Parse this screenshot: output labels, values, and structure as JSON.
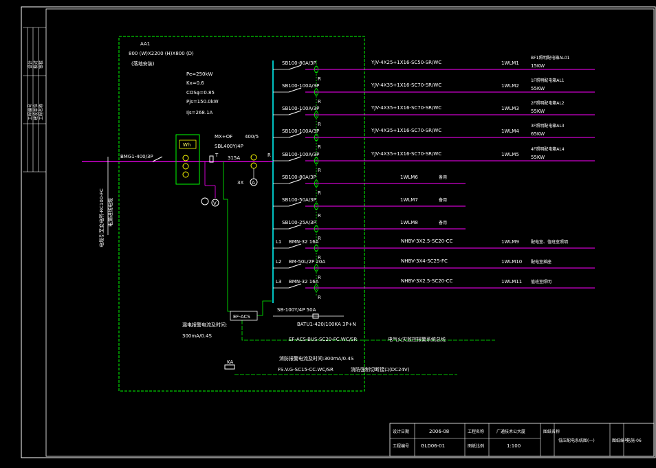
{
  "panel": {
    "name": "AA1",
    "size": "800 (W)X2200 (H)X800 (D)",
    "mount": "(落地安装)",
    "pe": "Pe=250kW",
    "kx": "Kx=0.6",
    "cos": "COSφ=0.85",
    "pjs": "Pjs=150.0kW",
    "ijs": "Ijs=268.1A"
  },
  "incoming": {
    "breaker": "BMG1-400/3P",
    "cable": "电缆引至变电所-RC100-FC",
    "cable2": "电源进线电缆",
    "meter": "Wh",
    "switch1": "MX+OF",
    "switch2": "SBL400Y/4P",
    "ct": "400/5",
    "ct2": "315A",
    "ammeter": "3X",
    "ammeter_sym": "A",
    "volt_sym": "V",
    "label_t": "T",
    "label_r": "R"
  },
  "circuits": [
    {
      "breaker": "SB100-80A/3P",
      "cable": "YJV-4X25+1X16-SC50-SR/WC",
      "id": "1WLM1",
      "dest": "BF1照明配电箱AL01",
      "load": "15KW"
    },
    {
      "breaker": "SB100-100A/3P",
      "cable": "YJV-4X35+1X16-SC70-SR/WC",
      "id": "1WLM2",
      "dest": "1F照明配电箱AL1",
      "load": "55KW"
    },
    {
      "breaker": "SB100-100A/3P",
      "cable": "YJV-4X35+1X16-SC70-SR/WC",
      "id": "1WLM3",
      "dest": "2F照明配电箱AL2",
      "load": "55KW"
    },
    {
      "breaker": "SB100-100A/3P",
      "cable": "YJV-4X35+1X16-SC70-SR/WC",
      "id": "1WLM4",
      "dest": "3F照明配电箱AL3",
      "load": "65KW"
    },
    {
      "breaker": "SB100-100A/3P",
      "cable": "YJV-4X35+1X16-SC70-SR/WC",
      "id": "1WLM5",
      "dest": "4F照明配电箱AL4",
      "load": "55KW"
    },
    {
      "breaker": "SB100-80A/3P",
      "cable": "",
      "id": "1WLM6",
      "dest": "备用",
      "load": ""
    },
    {
      "breaker": "SB100-50A/3P",
      "cable": "",
      "id": "1WLM7",
      "dest": "备用",
      "load": ""
    },
    {
      "breaker": "SB100-25A/3P",
      "cable": "",
      "id": "1WLM8",
      "dest": "备用",
      "load": ""
    },
    {
      "phase": "L1",
      "breaker": "BMN-32 16A",
      "cable": "NHBV-3X2.5-SC20-CC",
      "id": "1WLM9",
      "dest": "配电室、值班室照明",
      "load": ""
    },
    {
      "phase": "L2",
      "breaker": "BM-50L/2P 20A",
      "cable": "NHBV-3X4-SC25-FC",
      "id": "1WLM10",
      "dest": "配电室插座",
      "load": ""
    },
    {
      "phase": "L3",
      "breaker": "BMN-32 16A",
      "cable": "NHBV-3X2.5-SC20-CC",
      "id": "1WLM11",
      "dest": "值班室照明",
      "load": ""
    }
  ],
  "spd": {
    "breaker": "SB-100Y/4P 50A",
    "device": "BATU1-420/100KA 3P+N"
  },
  "efacs": {
    "box": "EF-ACS",
    "note1": "漏电报警电流及时间:",
    "note2": "300mA/0.4S",
    "bus": "EF-ACS-BUS-SC20-FC.WC/SR",
    "bus_note": "电气火灾监控报警系统总线"
  },
  "ka": {
    "label": "KA",
    "note": "消防报警电流及时间:300mA/0.4S",
    "line": "FS.V.G-SC15-CC.WC/SR",
    "line_note": "消防强制切断接口(DC24V)"
  },
  "left_strip": [
    "设计",
    "校对",
    "审核",
    "工程编号",
    "建设单位",
    "工程名称"
  ],
  "title_block": {
    "date_label": "设计日期",
    "date": "2006-08",
    "project_label": "工程名称",
    "project": "广通技术公大厦",
    "drawing_label": "图纸名称",
    "drawing": "低压配电系统图(一)",
    "no_label": "图纸编号",
    "no": "电施-06",
    "code_label": "工程编号",
    "code": "GLD06-01",
    "scale_label": "图纸比例",
    "scale": "1:100"
  },
  "colors": {
    "bus": "#00ffff",
    "outgoing": "#ff00ff",
    "frame": "#00ff00",
    "breaker": "#ffffff",
    "device": "#ffff00"
  }
}
